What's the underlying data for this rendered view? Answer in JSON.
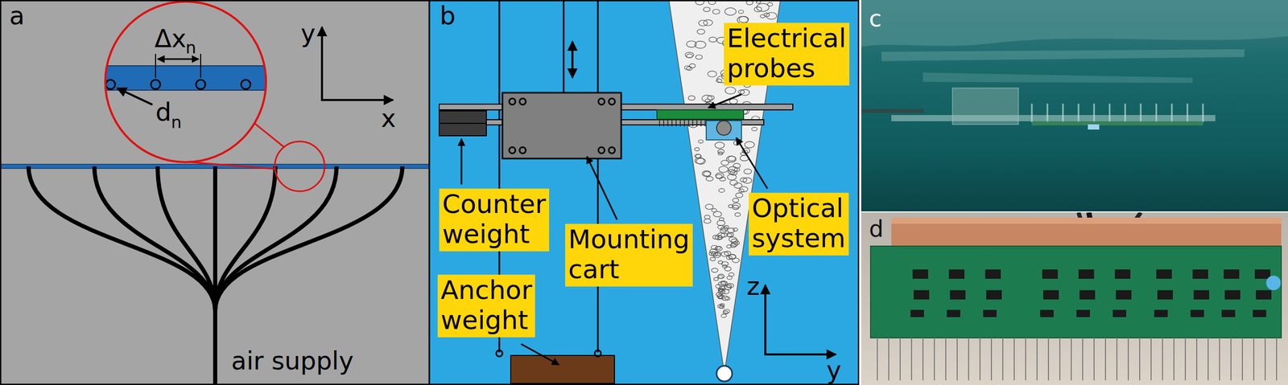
{
  "diagram": {
    "nodes": [
      {
        "text": [
          "Electrical probes"
        ]
      },
      {
        "text": [
          "Counter weight"
        ]
      },
      {
        "text": [
          "Mounting cart"
        ]
      },
      {
        "text": [
          "Optical system"
        ]
      },
      {
        "text": [
          "Anchor weight"
        ]
      }
    ],
    "labels": [
      "a",
      "Δx",
      "n",
      "d",
      "n",
      "y",
      "x",
      "air supply",
      "b",
      "z",
      "y",
      "c",
      "d"
    ]
  }
}
